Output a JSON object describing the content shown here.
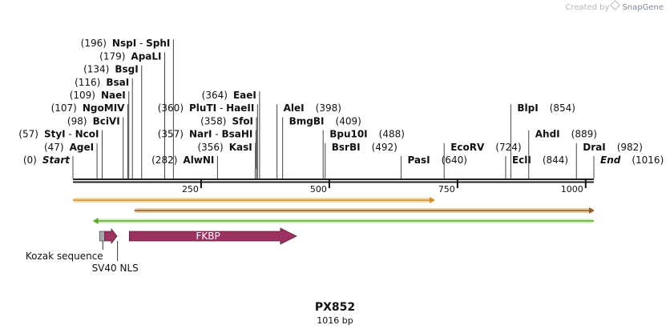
{
  "credit": {
    "prefix": "Created by",
    "brand": "SnapGene"
  },
  "construct": {
    "name": "PX852",
    "length_label": "1016 bp",
    "length": 1016
  },
  "sites": [
    {
      "name": "Start",
      "pos": 0,
      "pos_label": "(0)",
      "italic": true,
      "row": 0
    },
    {
      "name": "AgeI",
      "pos": 47,
      "pos_label": "(47)",
      "row": 1
    },
    {
      "name": "StyI",
      "name2": "NcoI",
      "pos": 57,
      "pos_label": "(57)",
      "row": 2
    },
    {
      "name": "BciVI",
      "pos": 98,
      "pos_label": "(98)",
      "row": 3
    },
    {
      "name": "NgoMIV",
      "pos": 107,
      "pos_label": "(107)",
      "row": 4
    },
    {
      "name": "NaeI",
      "pos": 109,
      "pos_label": "(109)",
      "row": 5
    },
    {
      "name": "BsaI",
      "pos": 116,
      "pos_label": "(116)",
      "row": 6
    },
    {
      "name": "BsgI",
      "pos": 134,
      "pos_label": "(134)",
      "row": 7
    },
    {
      "name": "ApaLI",
      "pos": 179,
      "pos_label": "(179)",
      "row": 8
    },
    {
      "name": "NspI",
      "name2": "SphI",
      "pos": 196,
      "pos_label": "(196)",
      "row": 9
    },
    {
      "name": "AlwNI",
      "pos": 282,
      "pos_label": "(282)",
      "row": 0
    },
    {
      "name": "KasI",
      "pos": 356,
      "pos_label": "(356)",
      "row": 1
    },
    {
      "name": "NarI",
      "name2": "BsaHI",
      "pos": 357,
      "pos_label": "(357)",
      "row": 2
    },
    {
      "name": "SfoI",
      "pos": 358,
      "pos_label": "(358)",
      "row": 3
    },
    {
      "name": "PluTI",
      "name2": "HaeII",
      "pos": 360,
      "pos_label": "(360)",
      "row": 4
    },
    {
      "name": "EaeI",
      "pos": 364,
      "pos_label": "(364)",
      "row": 5
    },
    {
      "name": "AleI",
      "pos": 398,
      "pos_label": "(398)",
      "label_side": "right",
      "row": 4
    },
    {
      "name": "BmgBI",
      "pos": 409,
      "pos_label": "(409)",
      "label_side": "right",
      "row": 3
    },
    {
      "name": "Bpu10I",
      "pos": 488,
      "pos_label": "(488)",
      "label_side": "right",
      "row": 2
    },
    {
      "name": "BsrBI",
      "pos": 492,
      "pos_label": "(492)",
      "label_side": "right",
      "row": 1
    },
    {
      "name": "PasI",
      "pos": 640,
      "pos_label": "(640)",
      "label_side": "right",
      "row": 0
    },
    {
      "name": "EcoRV",
      "pos": 724,
      "pos_label": "(724)",
      "label_side": "right",
      "row": 1
    },
    {
      "name": "EclI",
      "pos": 844,
      "pos_label": "(844)",
      "label_side": "right",
      "row": 0
    },
    {
      "name": "AhdI",
      "pos": 889,
      "pos_label": "(889)",
      "label_side": "right",
      "row": 2
    },
    {
      "name": "BlpI",
      "pos": 854,
      "pos_label": "(854)",
      "label_side": "right",
      "row": 4
    },
    {
      "name": "DraI",
      "pos": 982,
      "pos_label": "(982)",
      "label_side": "right",
      "row": 1
    },
    {
      "name": "End",
      "pos": 1016,
      "pos_label": "(1016)",
      "italic": true,
      "label_side": "right",
      "row": 0
    }
  ],
  "ticks": [
    {
      "pos": 250,
      "label": "250"
    },
    {
      "pos": 500,
      "label": "500"
    },
    {
      "pos": 750,
      "label": "750"
    },
    {
      "pos": 1000,
      "label": "1000"
    }
  ],
  "orf_bars": [
    {
      "start": 0,
      "end": 705,
      "direction": "forward",
      "color": "#f0b962",
      "outline": "#d0902c"
    },
    {
      "start": 120,
      "end": 1016,
      "direction": "forward",
      "color": "#d9a45a",
      "outline": "#8a5a20"
    },
    {
      "start": 40,
      "end": 1016,
      "direction": "reverse",
      "color": "#b6e48e",
      "outline": "#5aa62a"
    }
  ],
  "features": [
    {
      "name": "Kozak sequence",
      "start": 52,
      "end": 62,
      "color": "#a9a9a9",
      "label": "Kozak sequence"
    },
    {
      "name": "SV40 NLS",
      "start": 62,
      "end": 86,
      "color": "#9c3260",
      "label": "SV40 NLS"
    },
    {
      "name": "FKBP",
      "start": 110,
      "end": 436,
      "color": "#9c3260",
      "label": "FKBP"
    }
  ]
}
